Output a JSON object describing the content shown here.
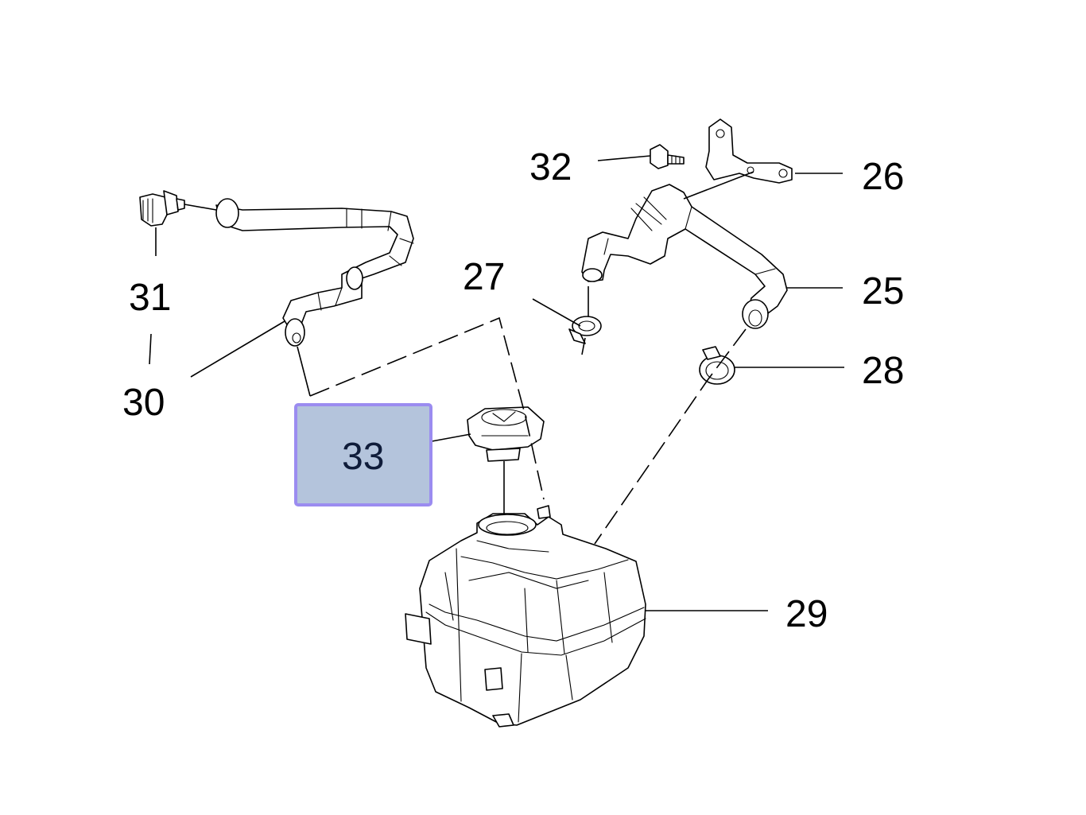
{
  "labels": {
    "p25": "25",
    "p26": "26",
    "p27": "27",
    "p28": "28",
    "p29": "29",
    "p30": "30",
    "p31": "31",
    "p32": "32",
    "p33": "33"
  },
  "colors": {
    "highlight_fill": "#b4c4dc",
    "highlight_border": "#9b8cf0",
    "line": "#000000",
    "background": "#ffffff"
  }
}
